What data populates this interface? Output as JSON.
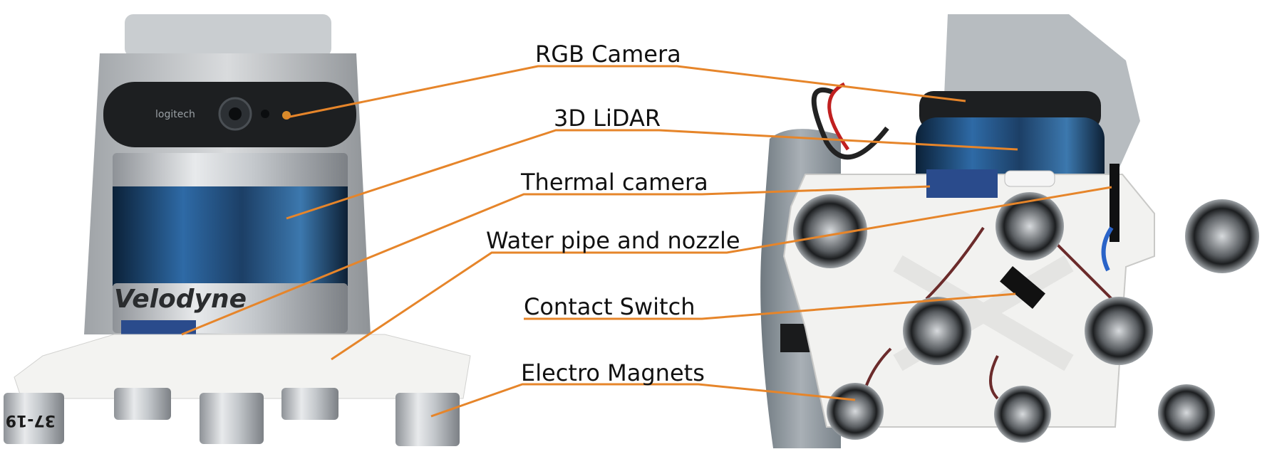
{
  "labels": {
    "rgb_camera": "RGB Camera",
    "lidar_3d": "3D LiDAR",
    "thermal_camera": "Thermal camera",
    "water_pipe": "Water pipe and nozzle",
    "contact_switch": "Contact Switch",
    "electro_magnets": "Electro Magnets"
  },
  "device_text": {
    "webcam_brand": "logitech",
    "lidar_brand": "Velodyne",
    "magnet_tag": "37-19"
  },
  "colors": {
    "leader_line": "#e6852a",
    "label_text": "#111111",
    "background": "#ffffff"
  }
}
